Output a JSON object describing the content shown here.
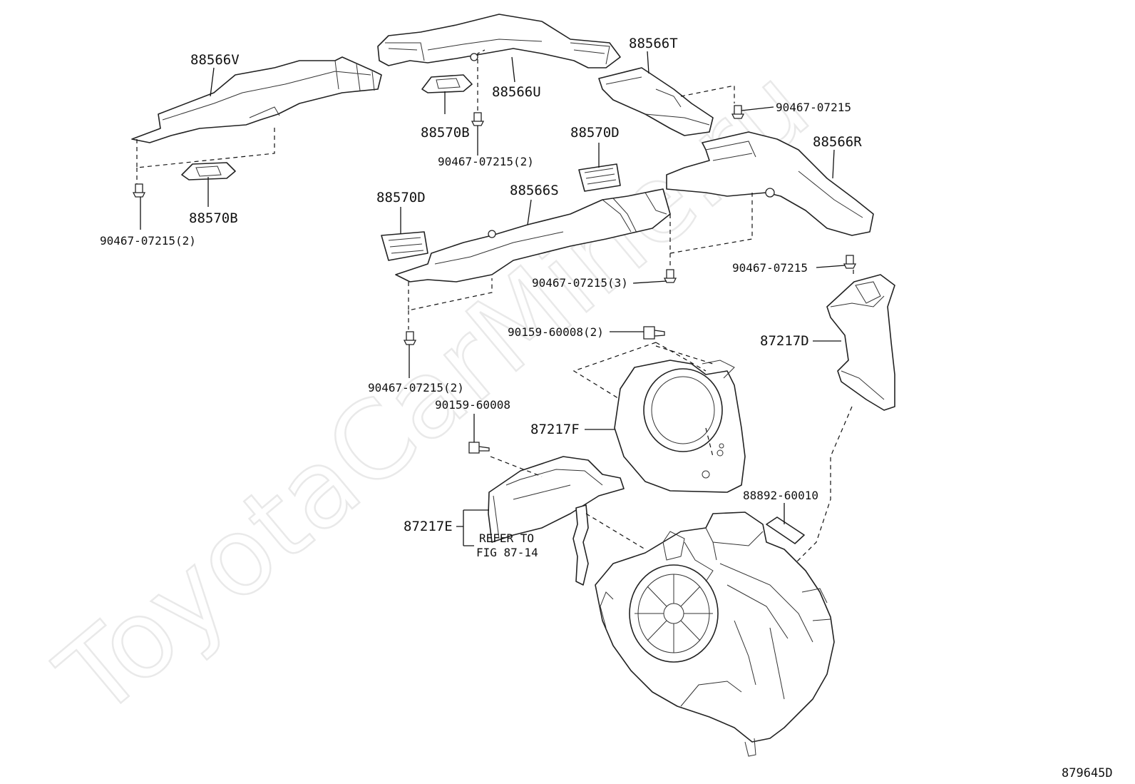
{
  "watermark": "ToyotaCarMine.ru",
  "figure_code": "879645D",
  "labels": {
    "p88566V": "88566V",
    "p88566U": "88566U",
    "p88566T": "88566T",
    "p88566R": "88566R",
    "p88566S": "88566S",
    "p88570B_top": "88570B",
    "p88570B_left": "88570B",
    "p88570D_mid": "88570D",
    "p88570D_left": "88570D",
    "clip_top_right": "90467-07215",
    "clip_top_mid": "90467-07215(2)",
    "clip_left": "90467-07215(2)",
    "clip_center": "90467-07215(3)",
    "clip_right": "90467-07215",
    "clip_lower": "90467-07215(2)",
    "screw_upper": "90159-60008(2)",
    "screw_lower": "90159-60008",
    "p87217D": "87217D",
    "p87217F": "87217F",
    "p87217E": "87217E",
    "p88892": "88892-60010",
    "refer_line1": "REFER TO",
    "refer_line2": "FIG 87-14"
  }
}
